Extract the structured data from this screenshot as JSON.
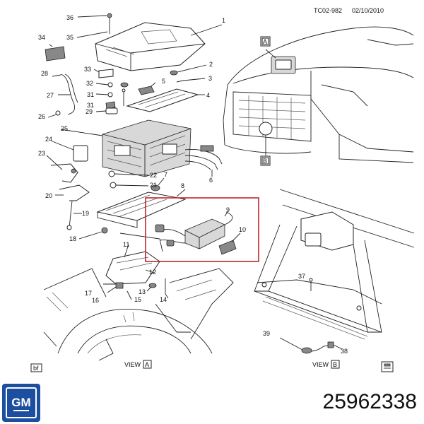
{
  "header": {
    "code": "TC02-982",
    "date": "02/10/2010"
  },
  "callouts": {
    "c1": "1",
    "c2": "2",
    "c3": "3",
    "c4": "4",
    "c5": "5",
    "c6": "6",
    "c7": "7",
    "c8": "8",
    "c9": "9",
    "c10": "10",
    "c11": "11",
    "c12": "12",
    "c13": "13",
    "c14": "14",
    "c15": "15",
    "c16": "16",
    "c17": "17",
    "c18": "18",
    "c19": "19",
    "c20": "20",
    "c21": "21",
    "c22": "22",
    "c23": "23",
    "c24": "24",
    "c25": "25",
    "c26": "26",
    "c27": "27",
    "c28": "28",
    "c29": "29",
    "c31": "31",
    "c32": "32",
    "c33": "33",
    "c34": "34",
    "c35": "35",
    "c36": "36",
    "c37": "37",
    "c38": "38",
    "c39": "39"
  },
  "view_markers": {
    "a": "A",
    "b": "B"
  },
  "views": {
    "view_a_text": "VIEW",
    "view_a_letter": "A",
    "view_b_text": "VIEW",
    "view_b_letter": "B"
  },
  "corner_tag": "bf",
  "brand_logo": "GM",
  "part_number": "25962338",
  "colors": {
    "highlight_box": "#c0262d",
    "logo_blue": "#1d4fa0"
  }
}
